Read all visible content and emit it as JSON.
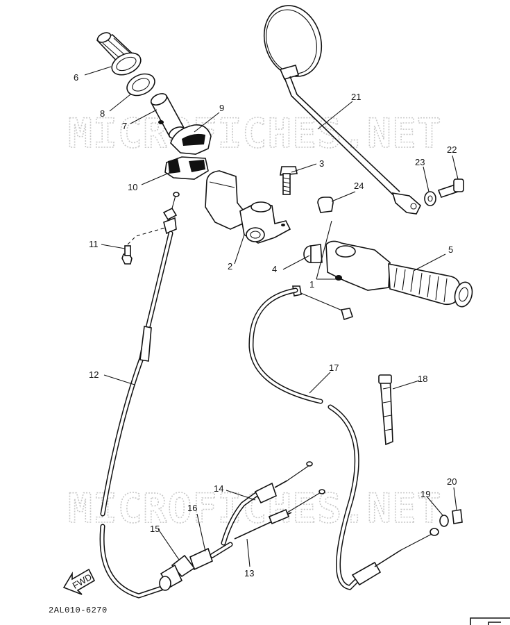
{
  "watermark": "MICROFICHES.NET",
  "diagram_code": "2AL010-6270",
  "fwd_label": "FWD",
  "parts": [
    {
      "n": "1"
    },
    {
      "n": "2"
    },
    {
      "n": "3"
    },
    {
      "n": "4"
    },
    {
      "n": "5"
    },
    {
      "n": "6"
    },
    {
      "n": "7"
    },
    {
      "n": "8"
    },
    {
      "n": "9"
    },
    {
      "n": "10"
    },
    {
      "n": "11"
    },
    {
      "n": "12"
    },
    {
      "n": "13"
    },
    {
      "n": "14"
    },
    {
      "n": "15"
    },
    {
      "n": "16"
    },
    {
      "n": "17"
    },
    {
      "n": "18"
    },
    {
      "n": "19"
    },
    {
      "n": "20"
    },
    {
      "n": "21"
    },
    {
      "n": "22"
    },
    {
      "n": "23"
    },
    {
      "n": "24"
    }
  ]
}
